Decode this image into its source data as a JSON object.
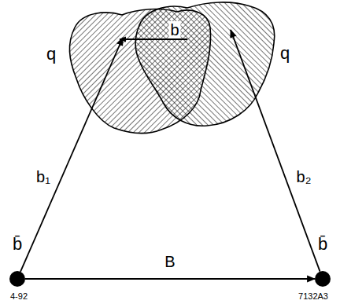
{
  "diagram": {
    "nodes": [
      {
        "text": [
          "q"
        ]
      },
      {
        "text": [
          "q"
        ]
      },
      {
        "text": [
          "b̄"
        ]
      },
      {
        "text": [
          "b̄"
        ]
      }
    ],
    "edges": [
      {
        "from": 2,
        "to": 0,
        "label": "b₁",
        "arrow": "to"
      },
      {
        "from": 3,
        "to": 1,
        "label": "b₂",
        "arrow": "to"
      },
      {
        "from": 2,
        "to": 3,
        "label": "B",
        "arrow": "to"
      }
    ],
    "labels": [
      "b",
      "4-92",
      "7132A3"
    ]
  }
}
